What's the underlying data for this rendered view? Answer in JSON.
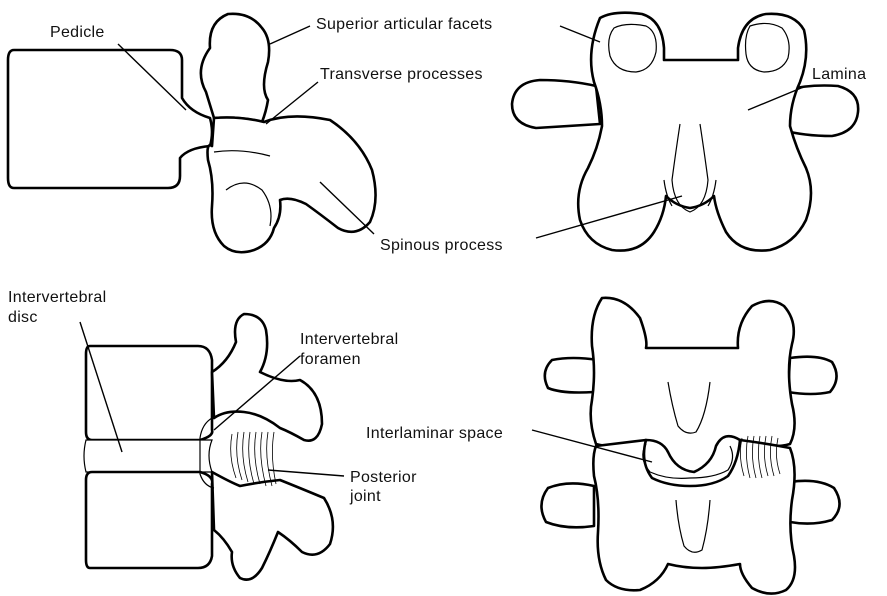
{
  "labels": {
    "pedicle": "Pedicle",
    "superior_articular_facets": "Superior articular facets",
    "transverse_processes": "Transverse processes",
    "lamina": "Lamina",
    "spinous_process": "Spinous process",
    "intervertebral_disc_line1": "Intervertebral",
    "intervertebral_disc_line2": "disc",
    "intervertebral_foramen_line1": "Intervertebral",
    "intervertebral_foramen_line2": "foramen",
    "interlaminar_space": "Interlaminar space",
    "posterior_joint_line1": "Posterior",
    "posterior_joint_line2": "joint"
  }
}
